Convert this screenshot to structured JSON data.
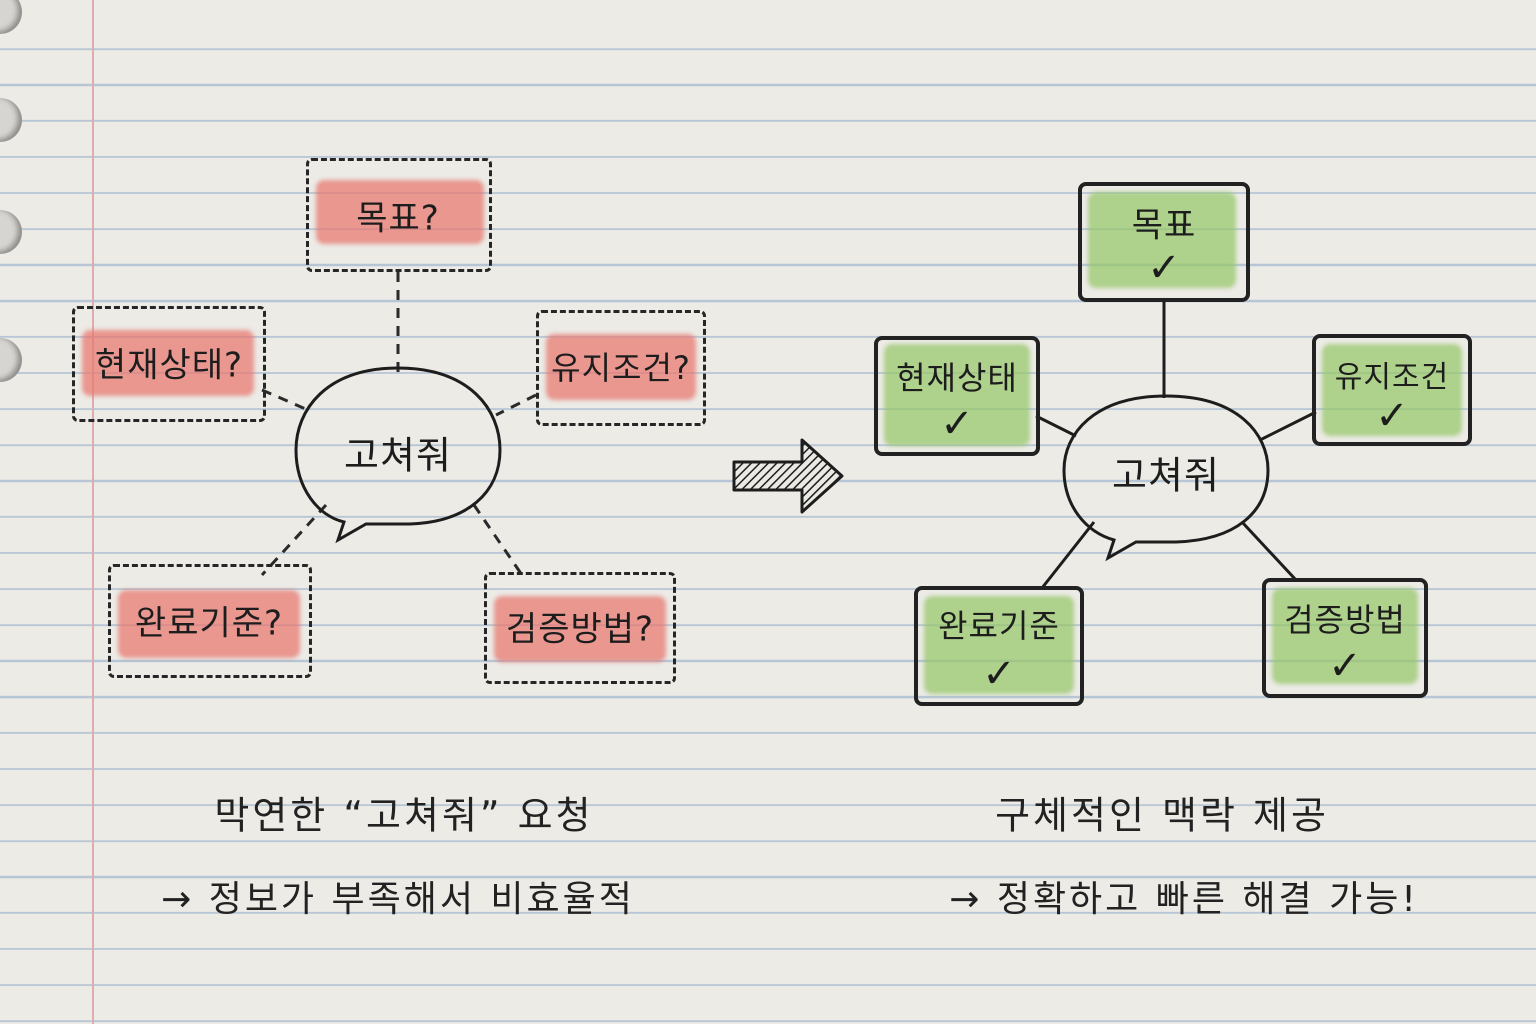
{
  "left": {
    "center": "고쳐줘",
    "nodes": {
      "goal": "목표?",
      "current": "현재상태?",
      "constraint": "유지조건?",
      "done": "완료기준?",
      "verify": "검증방법?"
    },
    "caption": "막연한 “고쳐줘” 요청",
    "sub_caption": "→ 정보가 부족해서 비효율적"
  },
  "right": {
    "center": "고쳐줘",
    "nodes": {
      "goal": "목표",
      "current": "현재상태",
      "constraint": "유지조건",
      "done": "완료기준",
      "verify": "검증방법"
    },
    "check": "✓",
    "caption": "구체적인 맥락 제공",
    "sub_caption": "→ 정확하고 빠른 해결 가능!"
  },
  "colors": {
    "missing_highlight": "#e8766e",
    "provided_highlight": "#96c668",
    "ruled_line": "#b7c6d6",
    "margin_line": "#e3a9b0"
  },
  "icons": {
    "transition": "right-arrow-icon",
    "status": "checkmark-icon"
  }
}
